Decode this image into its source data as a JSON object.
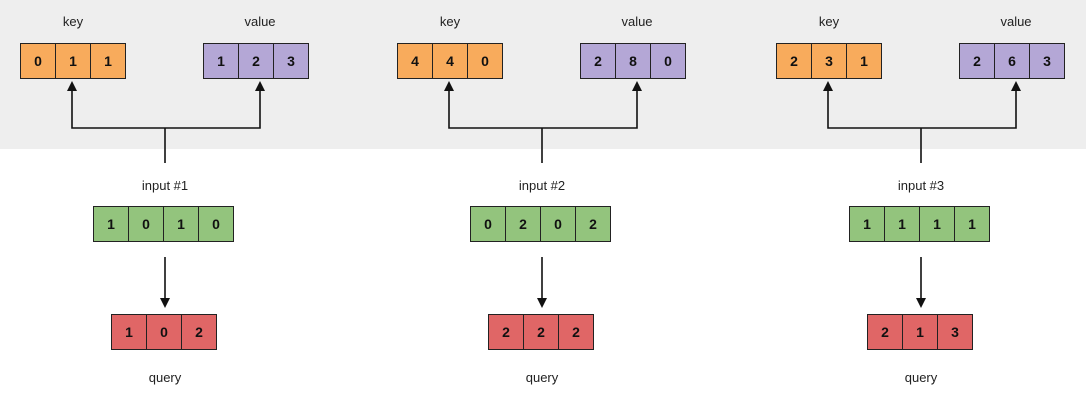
{
  "groups": [
    {
      "key_label": "key",
      "value_label": "value",
      "input_label": "input #1",
      "query_label": "query",
      "key": [
        "0",
        "1",
        "1"
      ],
      "value": [
        "1",
        "2",
        "3"
      ],
      "input": [
        "1",
        "0",
        "1",
        "0"
      ],
      "query": [
        "1",
        "0",
        "2"
      ]
    },
    {
      "key_label": "key",
      "value_label": "value",
      "input_label": "input #2",
      "query_label": "query",
      "key": [
        "4",
        "4",
        "0"
      ],
      "value": [
        "2",
        "8",
        "0"
      ],
      "input": [
        "0",
        "2",
        "0",
        "2"
      ],
      "query": [
        "2",
        "2",
        "2"
      ]
    },
    {
      "key_label": "key",
      "value_label": "value",
      "input_label": "input #3",
      "query_label": "query",
      "key": [
        "2",
        "3",
        "1"
      ],
      "value": [
        "2",
        "6",
        "3"
      ],
      "input": [
        "1",
        "1",
        "1",
        "1"
      ],
      "query": [
        "2",
        "1",
        "3"
      ]
    }
  ],
  "colors": {
    "key": "#f8ab5c",
    "value": "#b4a7d6",
    "input": "#93c47d",
    "query": "#e06666",
    "band": "#eeeeee"
  }
}
